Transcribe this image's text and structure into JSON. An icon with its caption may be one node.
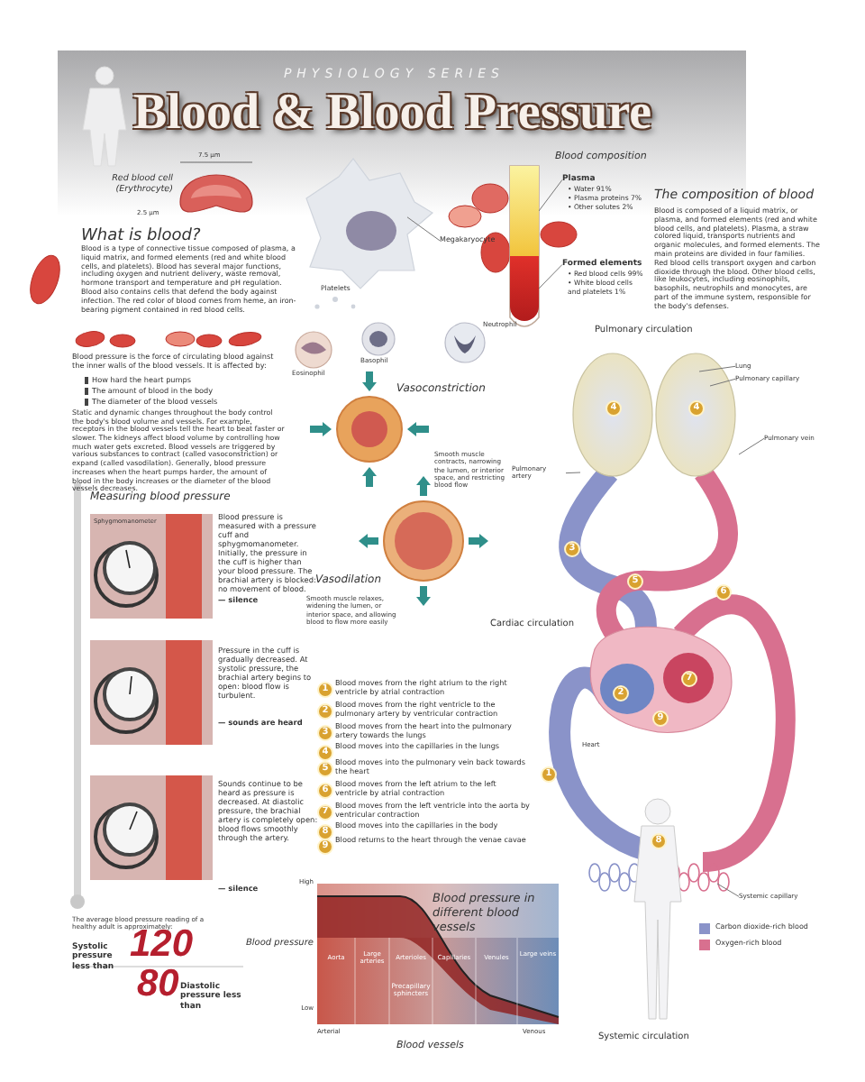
{
  "diagram": {
    "title": "Blood & Blood Pressure",
    "nodes": [
      {
        "text": [
          "Plasma"
        ]
      },
      {
        "text": [],
        "shape": "picture"
      },
      {
        "text": [
          "Formed elements"
        ]
      },
      {
        "text": [],
        "shape": "picture"
      },
      {
        "text": [
          "Lung"
        ]
      },
      {
        "text": [
          "Pulmonary capillary"
        ]
      },
      {
        "text": [
          "Pulmonary vein"
        ]
      },
      {
        "text": [
          "Pulmonary artery"
        ]
      },
      {
        "text": [
          "Systemic capillary"
        ]
      },
      {
        "text": [
          "Megakaryocyte"
        ]
      },
      {
        "text": [],
        "shape": "picture"
      }
    ],
    "edges": [
      {
        "from": 0,
        "to": 1,
        "arrow": "none"
      },
      {
        "from": 2,
        "to": 3,
        "arrow": "none"
      },
      {
        "from": 4,
        "to": null,
        "arrow": "none"
      },
      {
        "from": 5,
        "to": null,
        "arrow": "none"
      },
      {
        "from": 6,
        "to": null,
        "arrow": "none"
      },
      {
        "from": 7,
        "to": null,
        "arrow": "none"
      },
      {
        "from": 8,
        "to": null,
        "arrow": "none"
      },
      {
        "from": 9,
        "to": 10,
        "arrow": "none"
      }
    ],
    "labels": [
      "PHYSIOLOGY SERIES",
      "7.5 µm",
      "Red blood cell (Erythrocyte)",
      "2.5 µm",
      "What is blood?",
      "Blood is a type of connective tissue composed of plasma, a liquid matrix, and formed elements (red and white blood cells, and platelets). Blood has several major functions, including oxygen and nutrient delivery, waste removal, hormone transport and temperature and pH regulation. Blood also contains cells that defend the body against infection. The red color of blood comes from heme, an iron-bearing pigment contained in red blood cells.",
      "Platelets",
      "Blood composition",
      "• Water 91%",
      "• Plasma proteins 7%",
      "• Other solutes 2%",
      "• Red blood cells 99%",
      "• White blood cells and platelets 1%",
      "The composition of blood",
      "Blood is composed of a liquid matrix, or plasma, and formed elements (red and white blood cells, and platelets). Plasma, a straw colored liquid, transports nutrients and organic molecules, and formed elements. The main proteins are divided in four families. Red blood cells transport oxygen and carbon dioxide through the blood. Other blood cells, like leukocytes, including eosinophils, basophils, neutrophils and monocytes, are part of the immune system, responsible for the body's defenses.",
      "Eosinophil",
      "Basophil",
      "Neutrophil",
      "Blood pressure is the force of circulating blood against the inner walls of the blood vessels. It is affected by:",
      "How hard the heart pumps",
      "The amount of blood in the body",
      "The diameter of the blood vessels",
      "Static and dynamic changes throughout the body control the body's blood volume and vessels. For example, receptors in the blood vessels tell the heart to beat faster or slower. The kidneys affect blood volume by controlling how much water gets excreted. Blood vessels are triggered by various substances to contract (called vasoconstriction) or expand (called vasodilation). Generally, blood pressure increases when the heart pumps harder, the amount of blood in the body increases or the diameter of the blood vessels decreases.",
      "Measuring blood pressure",
      "Sphygmomanometer",
      "Blood pressure is measured with a pressure cuff and sphygmomanometer. Initially, the pressure in the cuff is higher than your blood pressure. The brachial artery is blocked: no movement of blood.",
      "— silence",
      "Pressure in the cuff is gradually decreased. At systolic pressure, the brachial artery begins to open: blood flow is turbulent.",
      "— sounds are heard",
      "Sounds continue to be heard as pressure is decreased. At diastolic pressure, the brachial artery is completely open: blood flows smoothly through the artery.",
      "— silence",
      "The average blood pressure reading of a healthy adult is approximately:",
      "Systolic pressure less than",
      "120",
      "80",
      "Diastolic pressure less than",
      "Vasoconstriction",
      "Smooth muscle contracts, narrowing the lumen, or interior space, and restricting blood flow",
      "Vasodilation",
      "Smooth muscle relaxes, widening the lumen, or interior space, and allowing blood to flow more easily",
      "1",
      "Blood moves from the right atrium to the right ventricle by atrial contraction",
      "2",
      "Blood moves from the right ventricle to the pulmonary artery by ventricular contraction",
      "3",
      "Blood moves from the heart into the pulmonary artery towards the lungs",
      "4",
      "Blood moves into the capillaries in the lungs",
      "5",
      "Blood moves into the pulmonary vein back towards the heart",
      "6",
      "Blood moves from the left atrium to the left ventricle by atrial contraction",
      "7",
      "Blood moves from the left ventricle into the aorta by ventricular contraction",
      "8",
      "Blood moves into the capillaries in the body",
      "9",
      "Blood returns to the heart through the venae cavae",
      "Blood pressure in different blood vessels",
      "High",
      "Blood pressure",
      "Low",
      "Aorta",
      "Large arteries",
      "Arterioles",
      "Precapillary sphincters",
      "Capillaries",
      "Venules",
      "Large veins",
      "Arterial",
      "Venous",
      "Blood vessels",
      "Pulmonary circulation",
      "Cardiac circulation",
      "Heart",
      "Systemic circulation",
      "4",
      "4",
      "3",
      "5",
      "6",
      "2",
      "7",
      "1",
      "9",
      "8"
    ],
    "legend": [
      {
        "text": "Carbon dioxide-rich blood",
        "color": "#8a93c9"
      },
      {
        "text": "Oxygen-rich blood",
        "color": "#d8708f"
      }
    ]
  }
}
